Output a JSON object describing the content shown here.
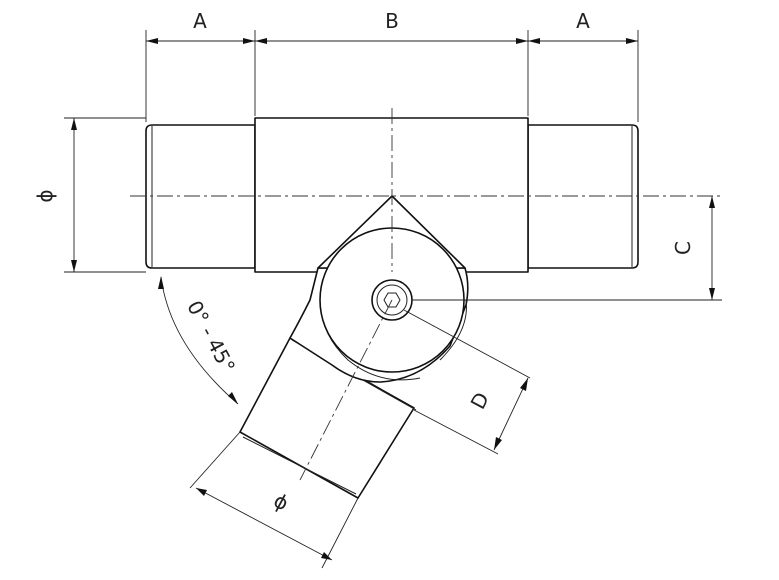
{
  "labels": {
    "dim_a_left": "A",
    "dim_b": "B",
    "dim_a_right": "A",
    "diameter_main": "ϕ",
    "dim_c": "C",
    "angle_range": "0° - 45°",
    "dim_d": "D",
    "diameter_branch": "ϕ"
  }
}
